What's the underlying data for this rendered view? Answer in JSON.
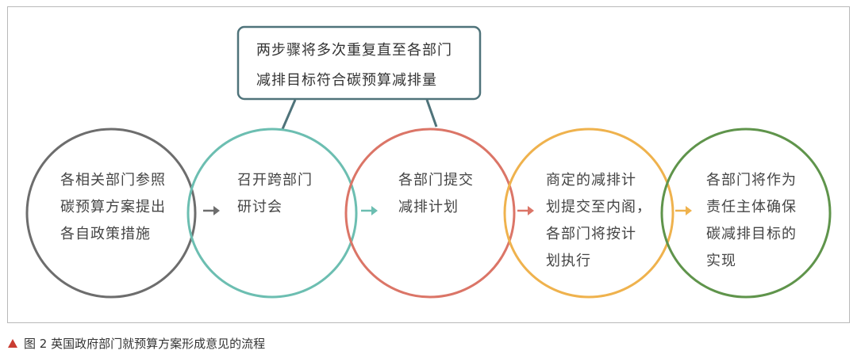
{
  "diagram": {
    "note": {
      "text": "两步骤将多次重复直至各部门\n减排目标符合碳预算减排量",
      "border_color": "#4f737a"
    },
    "steps": [
      {
        "text": "各相关部门参照\n碳预算方案提出\n各自政策措施",
        "color": "#6d6d6d"
      },
      {
        "text": "召开跨部门\n研讨会",
        "color": "#6cbeb1"
      },
      {
        "text": "各部门提交\n减排计划",
        "color": "#db7567"
      },
      {
        "text": "商定的减排计\n划提交至内阁，\n各部门将按计\n划执行",
        "color": "#efb24d"
      },
      {
        "text": "各部门将作为\n责任主体确保\n碳减排目标的\n实现",
        "color": "#5f944b"
      }
    ],
    "arrows": [
      {
        "color": "#6d6d6d"
      },
      {
        "color": "#6cbeb1"
      },
      {
        "color": "#db7567"
      },
      {
        "color": "#efb24d"
      }
    ]
  },
  "caption": {
    "marker_icon": "triangle-marker-icon",
    "text": "图 2  英国政府部门就预算方案形成意见的流程",
    "marker_color": "#c93d32"
  }
}
